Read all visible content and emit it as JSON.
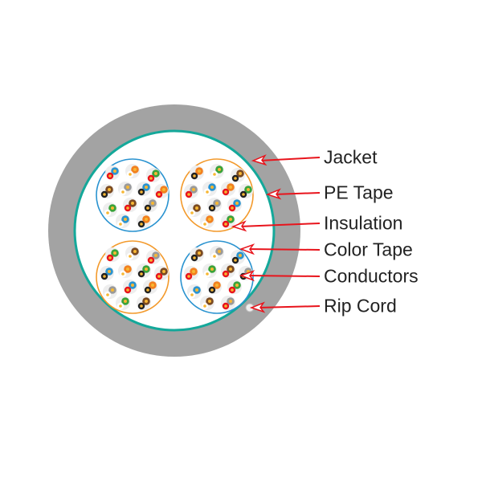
{
  "labels": [
    {
      "key": "jacket",
      "text": "Jacket"
    },
    {
      "key": "pe-tape",
      "text": "PE Tape"
    },
    {
      "key": "insulation",
      "text": "Insulation"
    },
    {
      "key": "color-tape",
      "text": "Color Tape"
    },
    {
      "key": "conductors",
      "text": "Conductors"
    },
    {
      "key": "rip-cord",
      "text": "Rip Cord"
    }
  ],
  "colors": {
    "jacket": "#a3a3a3",
    "pe_tape": "#14a89a",
    "bundle_blue": "#2a93d0",
    "bundle_orange": "#f39a2c",
    "arrow": "#e8141c",
    "pair_colors": [
      "#2a93d0",
      "#f2801f",
      "#3aa33a",
      "#7a4a22",
      "#9a9a9a"
    ],
    "tracer_colors": [
      "#e8141c",
      "#222222",
      "#e8141c",
      "#222222"
    ]
  },
  "bundles": [
    {
      "name": "bundle-top-left",
      "ring": "blue"
    },
    {
      "name": "bundle-top-right",
      "ring": "orange"
    },
    {
      "name": "bundle-bottom-left",
      "ring": "orange"
    },
    {
      "name": "bundle-bottom-right",
      "ring": "blue"
    }
  ]
}
